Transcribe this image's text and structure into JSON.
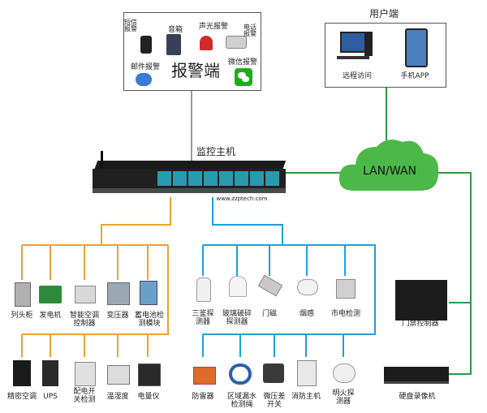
{
  "alarm": {
    "title": "报警端",
    "sms": "短信报警",
    "speaker": "音箱",
    "sound_light": "声光报警",
    "phone": "电话报警",
    "email": "邮件报警",
    "wechat": "微信报警"
  },
  "user": {
    "title": "用户端",
    "remote": "远程访问",
    "app": "手机APP"
  },
  "network": {
    "label": "LAN/WAN"
  },
  "host": {
    "title": "监控主机",
    "url": "www.zzptech.com"
  },
  "left_row1": [
    "列头柜",
    "发电机",
    "智能空调\n控制器",
    "变压器",
    "蓄电池检\n测模块"
  ],
  "left_row2": [
    "精密空调",
    "UPS",
    "配电开\n关检测",
    "温湿度",
    "电量仪"
  ],
  "mid_row1": [
    "三鉴探\n测器",
    "玻璃破碎\n探测器",
    "门磁",
    "烟感",
    "市电检测"
  ],
  "mid_row2": [
    "防雷器",
    "区域漏水\n检测绳",
    "微压差\n开关",
    "消防主机",
    "明火探\n测器"
  ],
  "right": {
    "access": "门禁控制器",
    "nvr": "硬盘录像机"
  },
  "colors": {
    "orange": "#f0a030",
    "blue": "#1e9ee0",
    "green": "#2a9a4a",
    "cloud": "#4cb848"
  }
}
